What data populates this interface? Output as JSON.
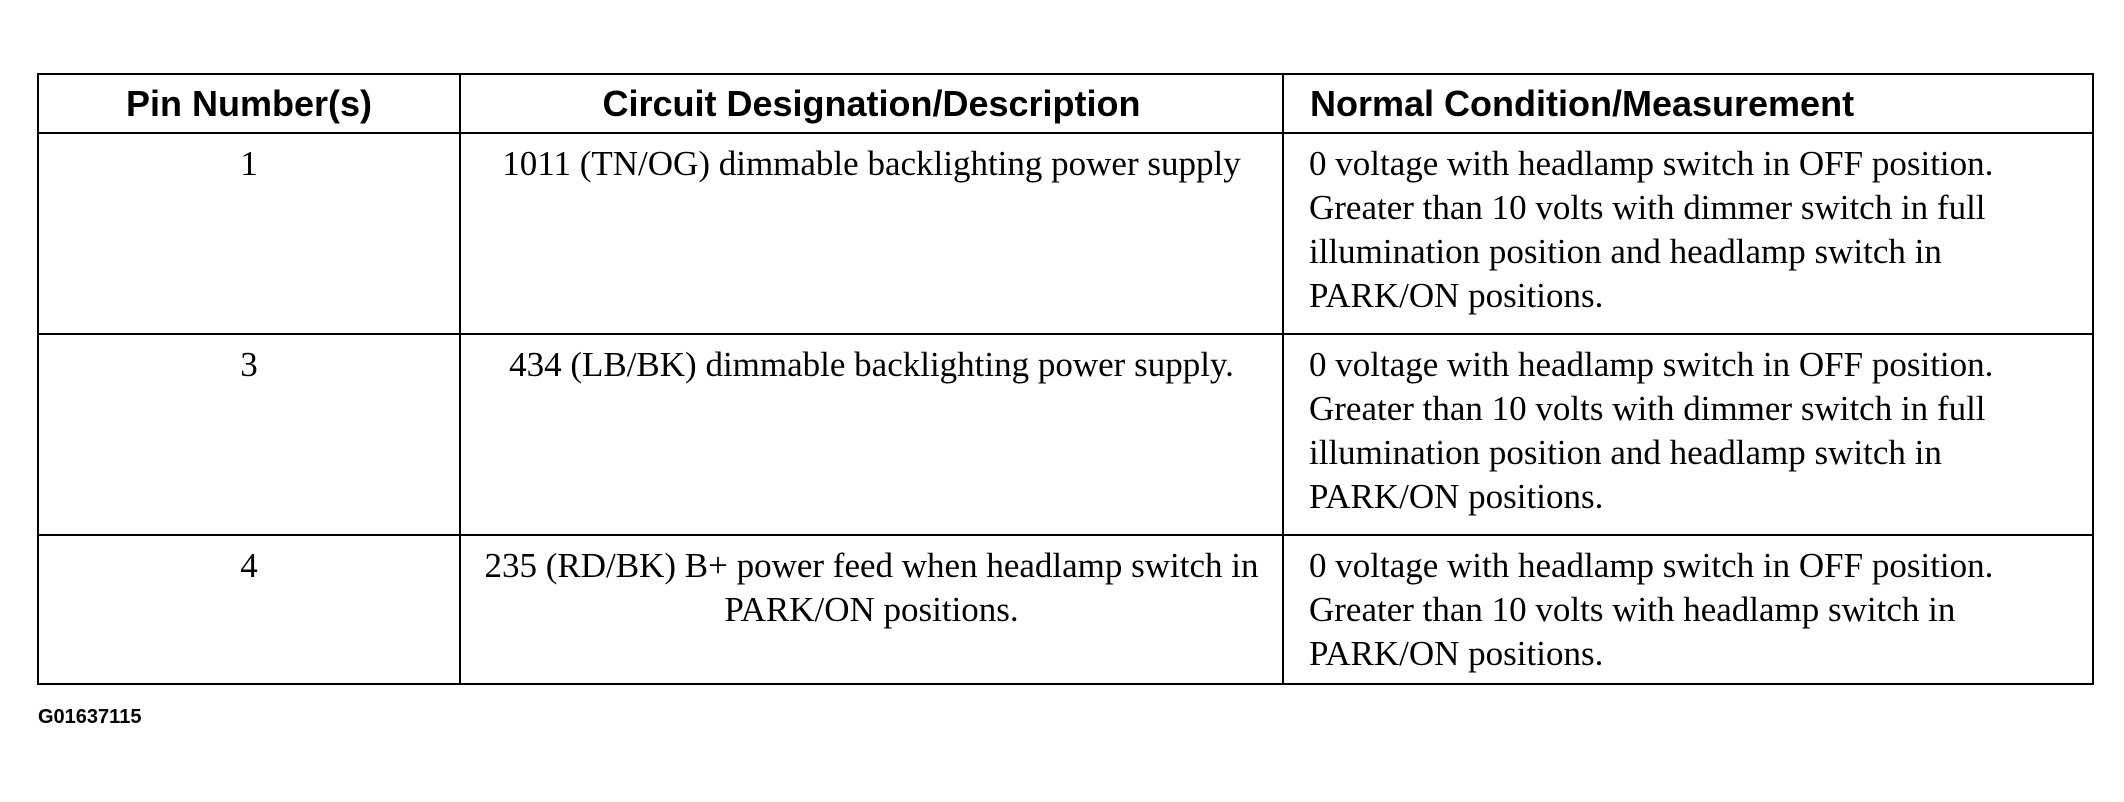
{
  "table": {
    "headers": [
      "Pin Number(s)",
      "Circuit Designation/Description",
      "Normal Condition/Measurement"
    ],
    "rows": [
      {
        "pin": "1",
        "circuit": "1011 (TN/OG) dimmable backlighting power supply",
        "condition": "0 voltage with headlamp switch in OFF position. Greater than 10 volts with dimmer switch in full illumination position and headlamp switch in PARK/ON positions."
      },
      {
        "pin": "3",
        "circuit": "434 (LB/BK) dimmable backlighting power supply.",
        "condition": "0 voltage with headlamp switch in OFF position. Greater than 10 volts with dimmer switch in full illumination position and headlamp switch in PARK/ON positions."
      },
      {
        "pin": "4",
        "circuit": "235 (RD/BK) B+ power feed when headlamp switch in PARK/ON positions.",
        "condition": "0 voltage with headlamp switch in OFF position. Greater than 10 volts with headlamp switch in PARK/ON positions."
      }
    ]
  },
  "figure_id": "G01637115"
}
